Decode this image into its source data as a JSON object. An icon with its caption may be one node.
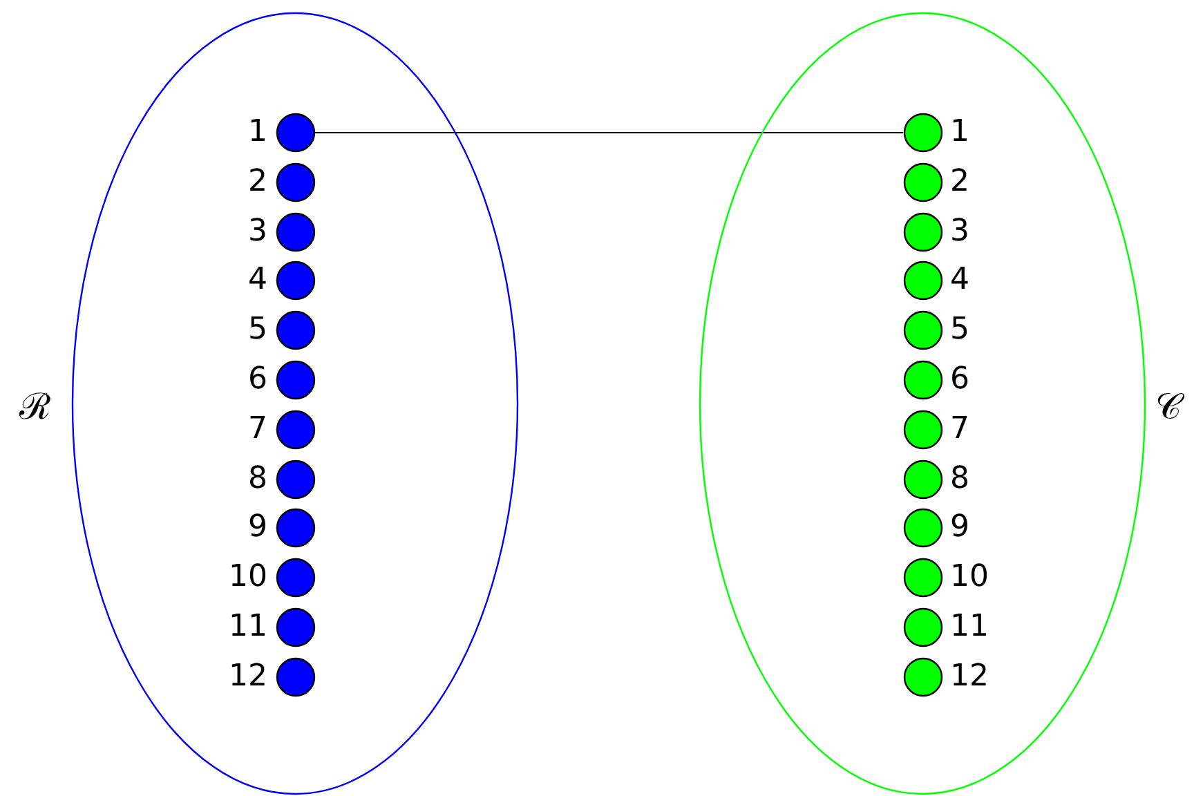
{
  "diagram": {
    "nodes": [
      {
        "text": [],
        "shape": "ellipse",
        "beside": [
          "ℛ"
        ]
      },
      {
        "text": [],
        "shape": "circle",
        "in": 0,
        "beside": [
          "1"
        ]
      },
      {
        "text": [],
        "shape": "circle",
        "in": 0,
        "beside": [
          "2"
        ]
      },
      {
        "text": [],
        "shape": "circle",
        "in": 0,
        "beside": [
          "3"
        ]
      },
      {
        "text": [],
        "shape": "circle",
        "in": 0,
        "beside": [
          "4"
        ]
      },
      {
        "text": [],
        "shape": "circle",
        "in": 0,
        "beside": [
          "5"
        ]
      },
      {
        "text": [],
        "shape": "circle",
        "in": 0,
        "beside": [
          "6"
        ]
      },
      {
        "text": [],
        "shape": "circle",
        "in": 0,
        "beside": [
          "7"
        ]
      },
      {
        "text": [],
        "shape": "circle",
        "in": 0,
        "beside": [
          "8"
        ]
      },
      {
        "text": [],
        "shape": "circle",
        "in": 0,
        "beside": [
          "9"
        ]
      },
      {
        "text": [],
        "shape": "circle",
        "in": 0,
        "beside": [
          "10"
        ]
      },
      {
        "text": [],
        "shape": "circle",
        "in": 0,
        "beside": [
          "11"
        ]
      },
      {
        "text": [],
        "shape": "circle",
        "in": 0,
        "beside": [
          "12"
        ]
      },
      {
        "text": [],
        "shape": "ellipse",
        "beside": [
          "𝒞"
        ]
      },
      {
        "text": [],
        "shape": "circle",
        "in": 13,
        "beside": [
          "1"
        ]
      },
      {
        "text": [],
        "shape": "circle",
        "in": 13,
        "beside": [
          "2"
        ]
      },
      {
        "text": [],
        "shape": "circle",
        "in": 13,
        "beside": [
          "3"
        ]
      },
      {
        "text": [],
        "shape": "circle",
        "in": 13,
        "beside": [
          "4"
        ]
      },
      {
        "text": [],
        "shape": "circle",
        "in": 13,
        "beside": [
          "5"
        ]
      },
      {
        "text": [],
        "shape": "circle",
        "in": 13,
        "beside": [
          "6"
        ]
      },
      {
        "text": [],
        "shape": "circle",
        "in": 13,
        "beside": [
          "7"
        ]
      },
      {
        "text": [],
        "shape": "circle",
        "in": 13,
        "beside": [
          "8"
        ]
      },
      {
        "text": [],
        "shape": "circle",
        "in": 13,
        "beside": [
          "9"
        ]
      },
      {
        "text": [],
        "shape": "circle",
        "in": 13,
        "beside": [
          "10"
        ]
      },
      {
        "text": [],
        "shape": "circle",
        "in": 13,
        "beside": [
          "11"
        ]
      },
      {
        "text": [],
        "shape": "circle",
        "in": 13,
        "beside": [
          "12"
        ]
      }
    ],
    "edges": [
      {
        "from": 1,
        "to": 14,
        "arrow": "none"
      }
    ]
  }
}
